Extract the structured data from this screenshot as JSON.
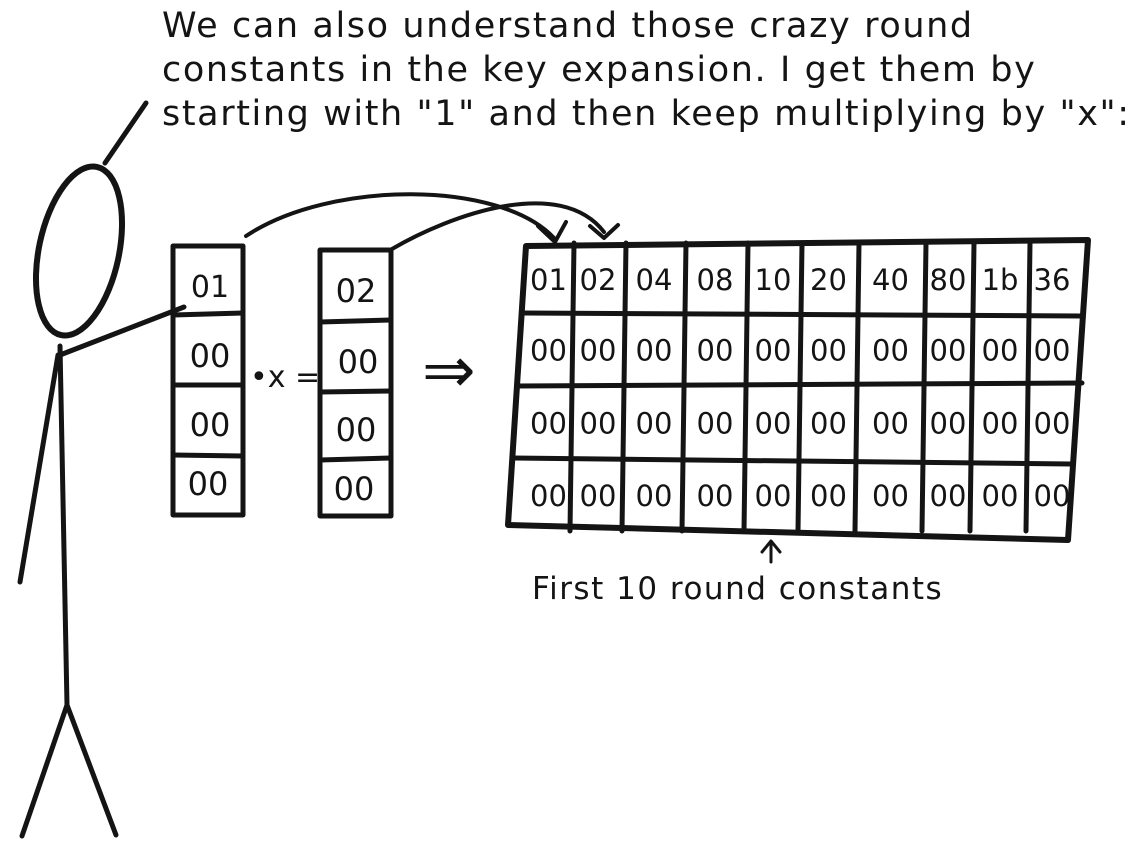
{
  "caption": {
    "line1": "We can also understand those crazy round",
    "line2": "constants in the key expansion. I get them by",
    "line3": "starting with \"1\" and then keep multiplying by \"x\":"
  },
  "left_column": [
    "01",
    "00",
    "00",
    "00"
  ],
  "middle_column": [
    "02",
    "00",
    "00",
    "00"
  ],
  "operator": "•x =",
  "implies": "⇒",
  "matrix": [
    [
      "01",
      "02",
      "04",
      "08",
      "10",
      "20",
      "40",
      "80",
      "1b",
      "36"
    ],
    [
      "00",
      "00",
      "00",
      "00",
      "00",
      "00",
      "00",
      "00",
      "00",
      "00"
    ],
    [
      "00",
      "00",
      "00",
      "00",
      "00",
      "00",
      "00",
      "00",
      "00",
      "00"
    ],
    [
      "00",
      "00",
      "00",
      "00",
      "00",
      "00",
      "00",
      "00",
      "00",
      "00"
    ]
  ],
  "annotation": "First 10 round constants"
}
